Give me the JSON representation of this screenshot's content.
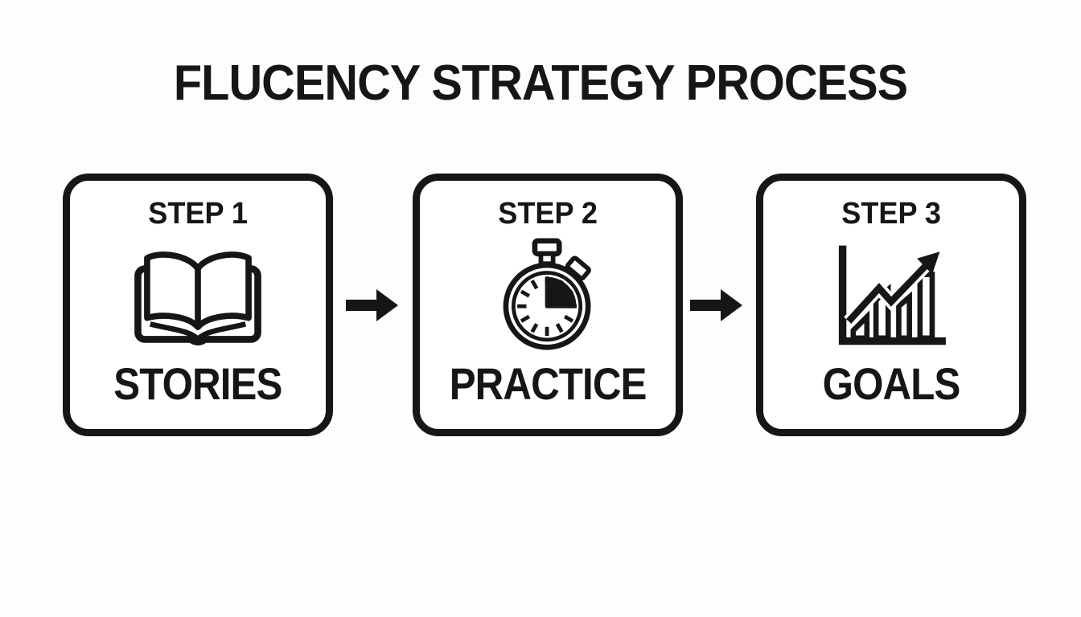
{
  "title": "FLUCENCY STRATEGY PROCESS",
  "steps": [
    {
      "step_label": "STEP 1",
      "name": "STORIES",
      "icon": "open-book-icon"
    },
    {
      "step_label": "STEP 2",
      "name": "PRACTICE",
      "icon": "stopwatch-icon"
    },
    {
      "step_label": "STEP 3",
      "name": "GOALS",
      "icon": "growth-bar-chart-icon"
    }
  ],
  "connectors": [
    {
      "icon": "right-arrow-icon"
    },
    {
      "icon": "right-arrow-icon"
    }
  ],
  "colors": {
    "ink": "#161616",
    "background": "#fdfdfd",
    "box_fill": "#ffffff"
  }
}
